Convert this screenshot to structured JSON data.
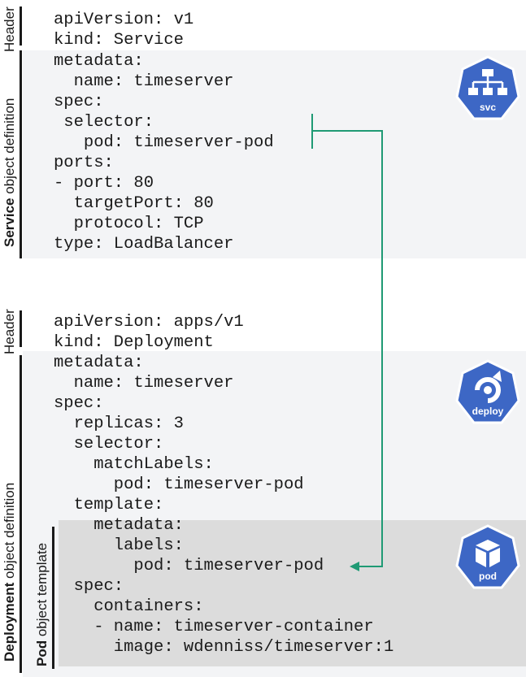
{
  "service_section": {
    "header_label": "Header",
    "definition_label_bold": "Service",
    "definition_label_rest": " object definition",
    "icon_text": "svc",
    "lines": [
      "apiVersion: v1",
      "kind: Service",
      "metadata:",
      "  name: timeserver",
      "spec:",
      " selector:",
      "   pod: timeserver-pod",
      "ports:",
      "- port: 80",
      "  targetPort: 80",
      "  protocol: TCP",
      "type: LoadBalancer"
    ]
  },
  "deployment_section": {
    "header_label": "Header",
    "definition_label_bold": "Deployment",
    "definition_label_rest": " object definition",
    "icon_text": "deploy",
    "lines": [
      "apiVersion: apps/v1",
      "kind: Deployment",
      "metadata:",
      "  name: timeserver",
      "spec:",
      "  replicas: 3",
      "  selector:",
      "    matchLabels:",
      "      pod: timeserver-pod",
      "  template:"
    ]
  },
  "pod_section": {
    "template_label_bold": "Pod",
    "template_label_rest": " object template",
    "icon_text": "pod",
    "lines": [
      "    metadata:",
      "      labels:",
      "        pod: timeserver-pod",
      "  spec:",
      "    containers:",
      "    - name: timeserver-container",
      "      image: wdenniss/timeserver:1"
    ]
  },
  "colors": {
    "panel_bg": "#f3f4f6",
    "pod_bg": "#dcdcdc",
    "arrow": "#1f9a74",
    "icon_blue": "#3d67c5"
  }
}
